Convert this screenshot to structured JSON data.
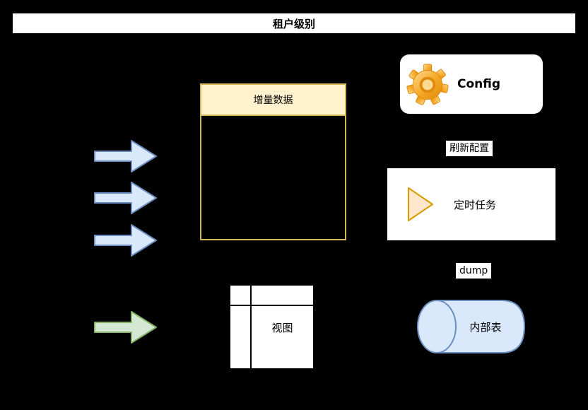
{
  "title_bar": {
    "label": "租户级别"
  },
  "boxes": {
    "incremental": {
      "header": "增量数据"
    },
    "config": {
      "label": "Config"
    },
    "scheduled_task": {
      "label": "定时任务"
    },
    "internal_table": {
      "label": "内部表"
    },
    "view_table": {
      "label": "视图"
    }
  },
  "labels": {
    "refresh_config": "刷新配置",
    "dump": "dump"
  },
  "icons": {
    "config": "gear-icon",
    "scheduled_task": "play-triangle-icon",
    "flow_blue": "arrow-right-icon",
    "flow_green": "arrow-right-icon",
    "internal_table_shape": "cylinder-database-icon"
  },
  "colors": {
    "background": "#000000",
    "panel_white": "#FFFFFF",
    "text": "#000000",
    "inc_header_fill": "#FFF2CC",
    "inc_border": "#D6B656",
    "blue_fill": "#DAE8FC",
    "blue_stroke": "#6C8EBF",
    "green_fill": "#D5E8D4",
    "green_stroke": "#82B366",
    "triangle_fill": "#FFE6CC",
    "triangle_stroke": "#D79B00",
    "gear_light": "#FFD98E",
    "gear_mid": "#F5A623",
    "gear_dark": "#DD8A0D"
  }
}
